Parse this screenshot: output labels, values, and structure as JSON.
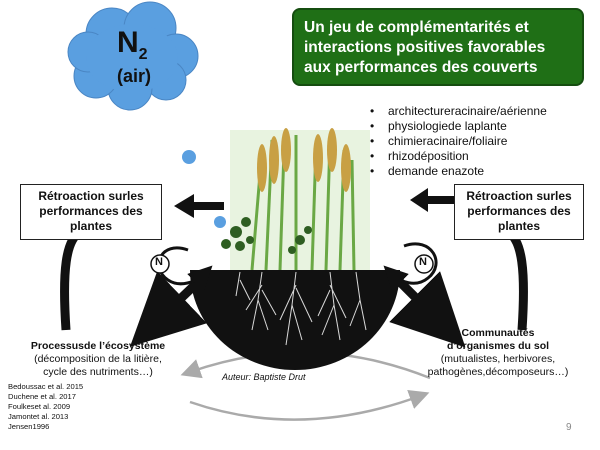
{
  "cloud": {
    "title": "N",
    "subscript": "2",
    "subtitle": "(air)",
    "color": "#5a9fe0"
  },
  "header_box": {
    "lines": [
      "Un jeu de complémentarités et",
      "interactions positives favorables",
      "aux performances des couverts"
    ],
    "color": "#1f6f16"
  },
  "traits": [
    "architectureracinaire/aérienne",
    "physiologiede laplante",
    "chimieracinaire/foliaire",
    "rhizodéposition",
    "demande enazote"
  ],
  "feedback_left": {
    "lines": [
      "Rétroaction surles",
      "performances des",
      "plantes"
    ]
  },
  "feedback_right": {
    "lines": [
      "Rétroaction surles",
      "performances des",
      "plantes"
    ]
  },
  "n_badge": "N",
  "process_left": {
    "title": "Processusde l’écosystème",
    "lines": [
      "(décomposition de la litière,",
      "cycle des nutriments…)"
    ]
  },
  "process_right": {
    "lines": [
      "Communautés",
      "d’organismes du sol"
    ],
    "detail": [
      "(mutualistes, herbivores,",
      "pathogènes,décomposeurs…)"
    ]
  },
  "author": "Auteur: Baptiste Drut",
  "references": [
    "Bedoussac et al. 2015",
    "Duchene et al. 2017",
    "Foulkeset al. 2009",
    "Jamontet al. 2013",
    "Jensen1996"
  ],
  "page_number": "9"
}
